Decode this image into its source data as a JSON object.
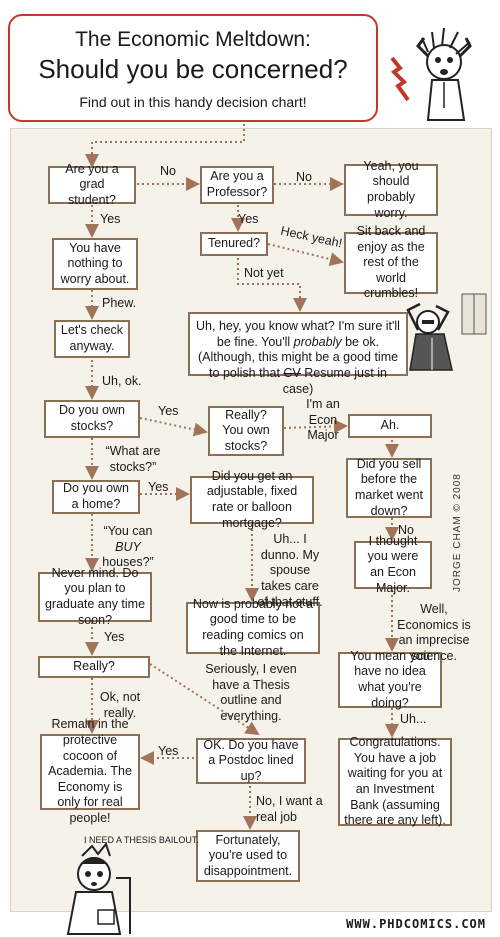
{
  "title": {
    "line1": "The Economic Meltdown:",
    "line2": "Should you be concerned?",
    "subtitle": "Find out in this handy decision chart!"
  },
  "nodes": {
    "grad_student": "Are you a grad student?",
    "professor": "Are you a Professor?",
    "should_worry": "Yeah, you should probably worry.",
    "nothing_worry": "You have nothing to worry about.",
    "tenured": "Tenured?",
    "sit_back": "Sit back and enjoy as the rest of the world crumbles!",
    "check_anyway": "Let's check anyway.",
    "probably_ok_pre": "Uh, hey, you know what? I'm sure it'll be fine. You'll ",
    "probably_ok_em": "probably",
    "probably_ok_mid": " be ok. (Although, this might be a good time to polish that ",
    "probably_ok_strike": "CV",
    "probably_ok_post": " Resume just in case)",
    "own_stocks": "Do you own stocks?",
    "really_stocks": "Really? You own stocks?",
    "ah": "Ah.",
    "own_home": "Do you own a home?",
    "mortgage": "Did you get an adjustable, fixed rate or balloon mortgage?",
    "sell_before": "Did you sell before the market went down?",
    "graduate": "Never mind. Do you plan to graduate any time soon?",
    "thought_econ": "I thought you were an Econ Major.",
    "not_good_time": "Now is probably not a good time to be reading comics on the Internet.",
    "really": "Really?",
    "no_idea": "You mean you have no idea what you're doing?",
    "cocoon": "Remain in the protective cocoon of Academia. The Economy is only for real people!",
    "postdoc": "OK. Do you have a Postdoc lined up?",
    "congrats": "Congratulations. You have a job waiting for you at an Investment Bank (assuming there are any left).",
    "disappointment": "Fortunately, you're used to disappointment."
  },
  "labels": {
    "no_1": "No",
    "no_2": "No",
    "yes_1": "Yes",
    "yes_2": "Yes",
    "heck_yeah": "Heck yeah!",
    "not_yet": "Not yet",
    "phew": "Phew.",
    "uh_ok": "Uh, ok.",
    "yes_stocks": "Yes",
    "econ_major": "I'm an Econ Major",
    "what_stocks": "“What are stocks?”",
    "yes_home": "Yes",
    "no_sell": "No",
    "can_buy_pre": "“You can",
    "can_buy_em": "BUY",
    "can_buy_post": "houses?”",
    "spouse": "Uh... I dunno. My spouse takes care of that stuff.",
    "imprecise": "Well, Economics is an imprecise science.",
    "yes_graduate": "Yes",
    "thesis_outline": "Seriously, I even have a Thesis outline and everything.",
    "ok_not_really": "Ok, not really.",
    "uh_dots": "Uh...",
    "yes_postdoc": "Yes",
    "no_real_job": "No, I want a real job"
  },
  "credit": "JORGE CHAM © 2008",
  "site": "WWW.PHDCOMICS.COM",
  "bailout_caption": "I NEED A THESIS BAILOUT.",
  "colors": {
    "box_border": "#8a6f55",
    "arrow": "#a0735a",
    "title_border": "#c0392b",
    "panel": "#f5f2ea"
  }
}
